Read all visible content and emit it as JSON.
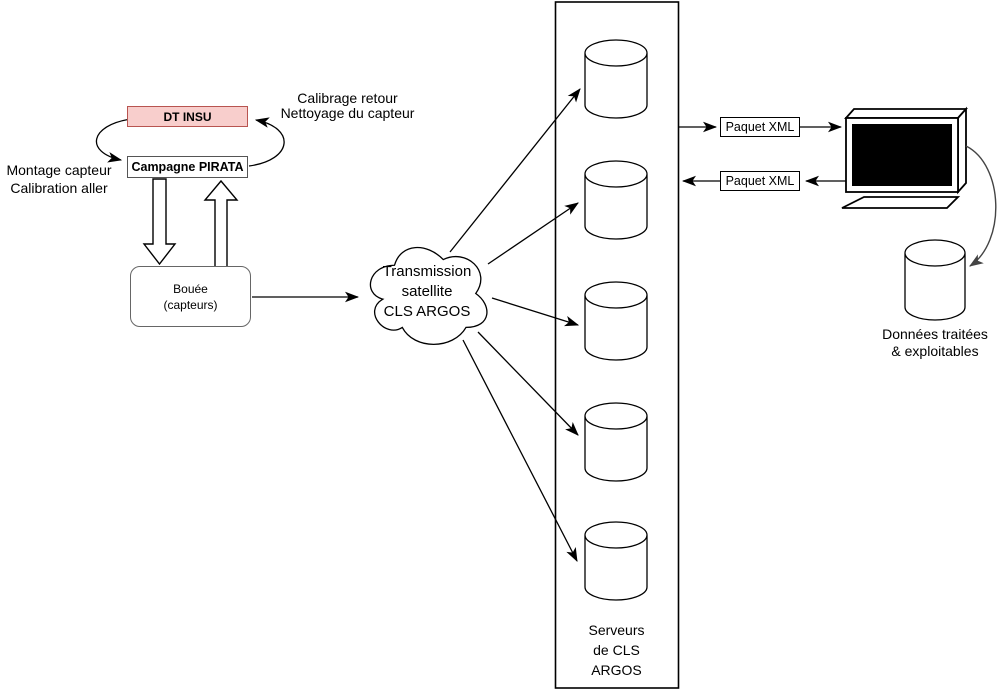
{
  "diagram": {
    "nodes": {
      "dt_insu": {
        "label": "DT INSU"
      },
      "campagne_pirata": {
        "label": "Campagne PIRATA"
      },
      "bouee": {
        "label": "Bouée\n(capteurs)"
      },
      "cloud": {
        "label": "Transmission\nsatellite\nCLS ARGOS"
      },
      "serveurs": {
        "label": "Serveurs\nde CLS\nARGOS",
        "database_count": 5
      },
      "paquet_xml_top": {
        "label": "Paquet XML"
      },
      "paquet_xml_bottom": {
        "label": "Paquet XML"
      },
      "donnees": {
        "label": "Données traitées\n& exploitables"
      }
    },
    "annotations": {
      "calibrage": "Calibrage retour\nNettoyage du capteur",
      "montage": "Montage capteur\nCalibration aller"
    },
    "colors": {
      "background": "#ffffff",
      "stroke": "#000000",
      "gray_stroke": "#444444",
      "node_border_gray": "#666666",
      "dt_insu_fill": "#f8cecc",
      "dt_insu_border": "#b85450",
      "monitor_screen": "#000000"
    }
  }
}
